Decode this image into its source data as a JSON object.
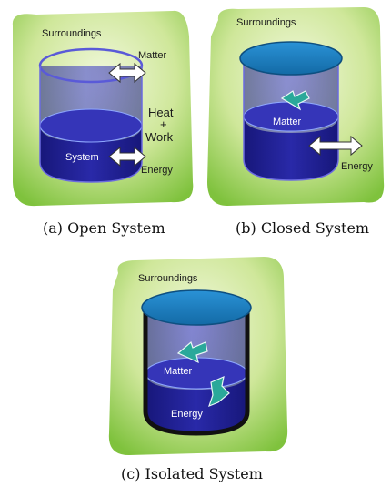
{
  "panels": {
    "open": {
      "surroundings": "Surroundings",
      "matter": "Matter",
      "system": "System",
      "energy": "Energy",
      "heat": "Heat",
      "plus": "+",
      "work": "Work",
      "caption": "(a) Open System"
    },
    "closed": {
      "surroundings": "Surroundings",
      "matter": "Matter",
      "energy": "Energy",
      "caption": "(b) Closed System"
    },
    "isolated": {
      "surroundings": "Surroundings",
      "matter": "Matter",
      "energy": "Energy",
      "caption": "(c) Isolated System"
    }
  },
  "colors": {
    "green_light": "#eef6d6",
    "green_dark": "#86c443",
    "beaker_blue": "#2f2fb0",
    "liquid_blue": "#24249a",
    "lid_blue": "#1a7fc0",
    "arrow_teal": "#29a59a"
  }
}
